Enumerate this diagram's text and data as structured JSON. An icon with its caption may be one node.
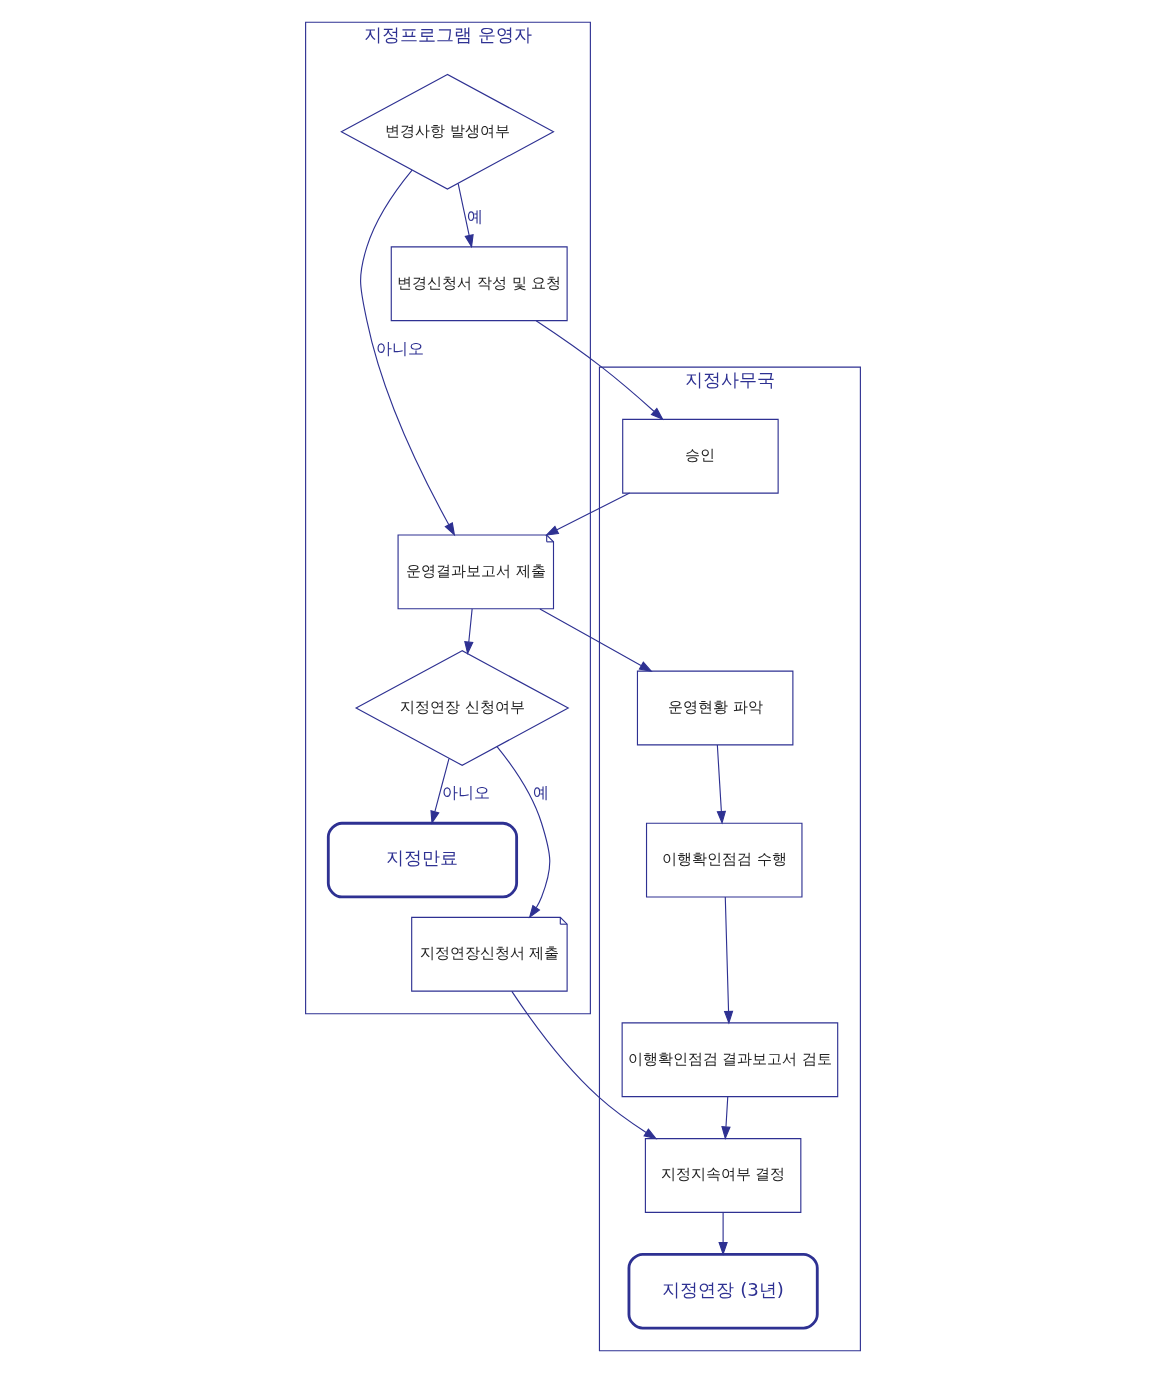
{
  "diagram": {
    "nodes": [
      {
        "text": [
          "지정프로그램 운영자"
        ]
      },
      {
        "text": [
          "지정사무국"
        ]
      },
      {
        "text": [
          "변경사항 발생여부"
        ],
        "in": 0
      },
      {
        "text": [
          "변경신청서 작성 및 요청"
        ],
        "in": 0
      },
      {
        "text": [
          "운영결과보고서 제출"
        ],
        "in": 0
      },
      {
        "text": [
          "지정연장 신청여부"
        ],
        "in": 0
      },
      {
        "text": [
          "지정만료"
        ],
        "in": 0
      },
      {
        "text": [
          "지정연장신청서 제출"
        ],
        "in": 0
      },
      {
        "text": [
          "승인"
        ],
        "in": 1
      },
      {
        "text": [
          "운영현황 파악"
        ],
        "in": 1
      },
      {
        "text": [
          "이행확인점검 수행"
        ],
        "in": 1
      },
      {
        "text": [
          "이행확인점검 결과보고서 검토"
        ],
        "in": 1
      },
      {
        "text": [
          "지정지속여부 결정"
        ],
        "in": 1
      },
      {
        "text": [
          "지정연장 (3년)"
        ],
        "in": 1
      }
    ],
    "edges": [
      {
        "from": 2,
        "to": 3,
        "arrow": "to",
        "label": "예"
      },
      {
        "from": 2,
        "to": 4,
        "arrow": "to",
        "label": "아니오"
      },
      {
        "from": 3,
        "to": 8,
        "arrow": "to"
      },
      {
        "from": 8,
        "to": 4,
        "arrow": "to"
      },
      {
        "from": 4,
        "to": 9,
        "arrow": "to"
      },
      {
        "from": 4,
        "to": 5,
        "arrow": "to"
      },
      {
        "from": 5,
        "to": 6,
        "arrow": "to",
        "label": "아니오"
      },
      {
        "from": 5,
        "to": 7,
        "arrow": "to",
        "label": "예"
      },
      {
        "from": 7,
        "to": 12,
        "arrow": "to"
      },
      {
        "from": 9,
        "to": 10,
        "arrow": "to"
      },
      {
        "from": 10,
        "to": 11,
        "arrow": "to"
      },
      {
        "from": 11,
        "to": 12,
        "arrow": "to"
      },
      {
        "from": 12,
        "to": 13,
        "arrow": "to"
      }
    ]
  }
}
